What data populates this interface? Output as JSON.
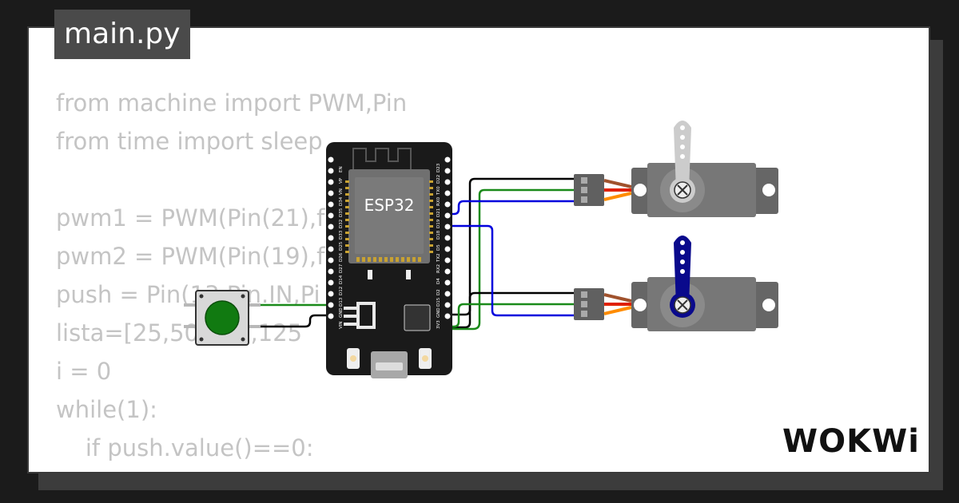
{
  "tab": {
    "label": "main.py"
  },
  "code_lines": [
    "from machine import PWM,Pin",
    "from time import sleep",
    "",
    "pwm1 = PWM(Pin(21),f",
    "pwm2 = PWM(Pin(19),f",
    "push = Pin(13,Pin.IN,Pi",
    "lista=[25,50,  00,125",
    "i = 0",
    "while(1):",
    "    if push.value()==0:"
  ],
  "board": {
    "label": "ESP32",
    "left_pins": [
      "EN",
      "VP",
      "VN",
      "D34",
      "D35",
      "D32",
      "D33",
      "D25",
      "D26",
      "D27",
      "D14",
      "D12",
      "D13",
      "GND",
      "VIN"
    ],
    "right_pins": [
      "D23",
      "D22",
      "TX0",
      "RX0",
      "D21",
      "D19",
      "D18",
      "D5",
      "TX2",
      "RX2",
      "D4",
      "D2",
      "D15",
      "GND",
      "3V3"
    ]
  },
  "logo": {
    "text": "WOKWi"
  },
  "colors": {
    "wire_black": "#000000",
    "wire_green": "#1a8a1a",
    "wire_blue": "#0000dd",
    "servo_body": "#666666",
    "servo_horn_1": "#cccccc",
    "servo_horn_2": "#0a0a8c",
    "button_cap": "#117a11"
  }
}
